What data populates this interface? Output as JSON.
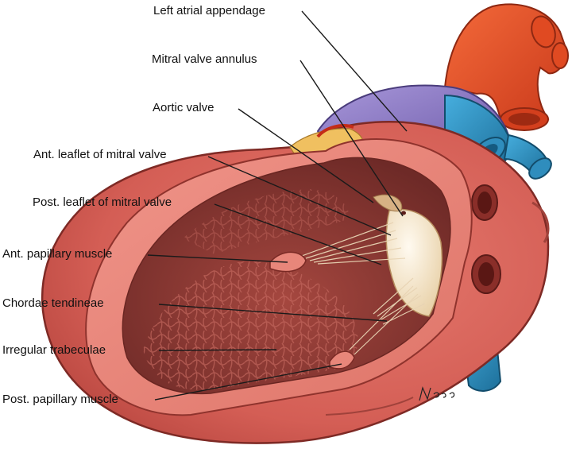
{
  "labels": [
    "Left atrial appendage",
    "Mitral valve annulus",
    "Aortic valve",
    "Ant. leaflet of mitral valve",
    "Post. leaflet of mitral valve",
    "Ant. papillary muscle",
    "Chordae tendineae",
    "Irregular trabeculae",
    "Post. papillary muscle"
  ],
  "signature": "Nasa",
  "colors": {
    "myocardium": "#d9655c",
    "cut_surface": "#e88377",
    "chamber_interior": "#8e3b36",
    "valve_leaflet": "#f6e6c8",
    "aorta": "#e8481f",
    "vein": "#2a8fbf",
    "pulmonary_artery": "#8a78c6",
    "fat": "#f0c060",
    "leader_line": "#1a1a1a"
  }
}
